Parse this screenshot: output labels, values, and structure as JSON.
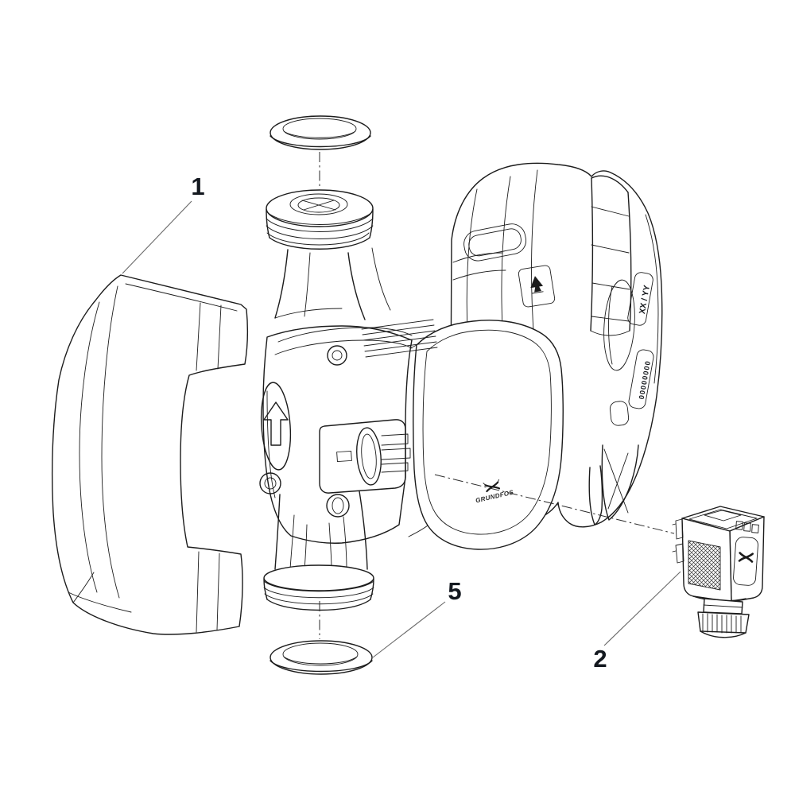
{
  "diagram": {
    "background": "#ffffff",
    "line_color": "#1c1c1c",
    "callout_color": "#13181f",
    "callouts": [
      {
        "id": "part-1",
        "label": "1"
      },
      {
        "id": "part-2",
        "label": "2"
      },
      {
        "id": "part-5",
        "label": "5"
      }
    ],
    "inscriptions": {
      "brand": "GRUNDFOS",
      "type_plate": "XX / YY",
      "serial_plate": "00000000"
    }
  }
}
